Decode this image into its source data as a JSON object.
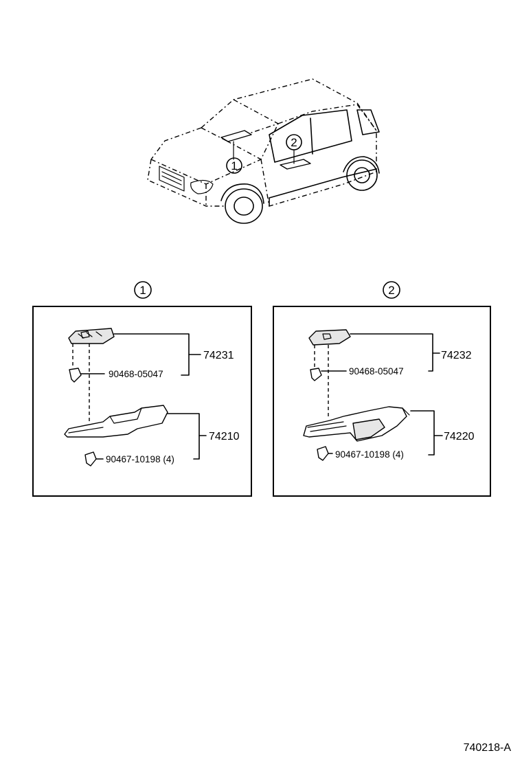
{
  "diagram_ref": "740218-A",
  "callouts": {
    "one": "1",
    "two": "2"
  },
  "panel_1": {
    "callout": "1",
    "parts": {
      "switch_base": "74231",
      "screw_a": "90468-05047",
      "armrest": "74210",
      "screw_b": "90467-10198 (4)"
    }
  },
  "panel_2": {
    "callout": "2",
    "parts": {
      "switch_base": "74232",
      "screw_a": "90468-05047",
      "armrest": "74220",
      "screw_b": "90467-10198 (4)"
    }
  }
}
